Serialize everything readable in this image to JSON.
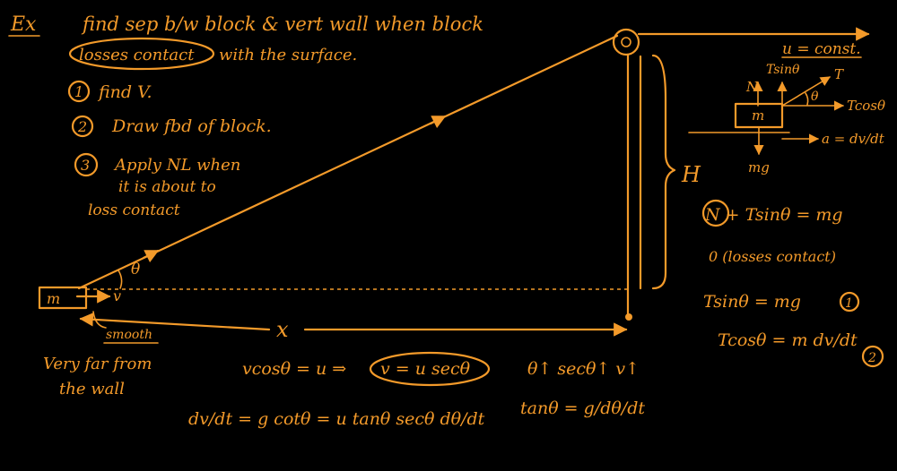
{
  "colors": {
    "ink": "#f39a2a",
    "background": "#000000"
  },
  "title": {
    "prefix": "Ex",
    "line1": "find sep b/w block & vert wall when block",
    "circled": "losses contact",
    "line2_rest": "with the surface."
  },
  "steps": [
    {
      "num": "1",
      "text": "find V."
    },
    {
      "num": "2",
      "text": "Draw fbd of block."
    },
    {
      "num": "3",
      "text": "Apply NL when"
    }
  ],
  "step3_cont": [
    "it is about to",
    "loss contact"
  ],
  "diagram": {
    "block_label": "m",
    "velocity_label": "v",
    "angle_label": "θ",
    "x_label": "x",
    "height_label": "H",
    "smooth_label": "smooth",
    "far_note": [
      "Very far from",
      "the wall"
    ]
  },
  "fbd": {
    "u_const": "u = const.",
    "tsin": "Tsinθ",
    "n": "N",
    "t": "T",
    "theta": "θ",
    "tcos": "Tcosθ",
    "m": "m",
    "accel": "a = dv/dt",
    "mg": "mg"
  },
  "equations": {
    "eq_n": "N + Tsinθ = mg",
    "zero_note": "0 (losses contact)",
    "eq1": "Tsinθ = mg",
    "eq1_tag": "1",
    "eq2": "Tcosθ = m dv/dt",
    "eq2_tag": "2",
    "vcos": "vcosθ = u ⇒",
    "v_result": "v = u secθ",
    "increase": "θ↑ secθ↑ v↑",
    "tan": "tanθ = g/dθ/dt",
    "dvdt": "dv/dt = g cotθ = u tanθ secθ dθ/dt"
  }
}
